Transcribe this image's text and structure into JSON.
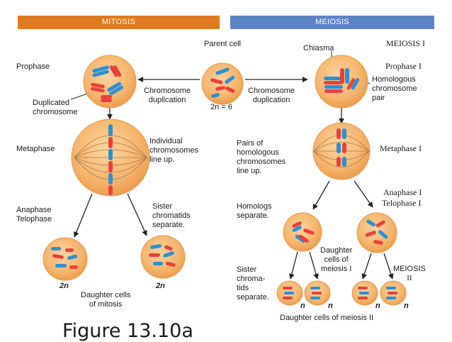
{
  "banners": {
    "mitosis": "MITOSIS",
    "meiosis": "MEIOSIS"
  },
  "labels": {
    "parent_cell": "Parent cell",
    "chiasma": "Chiasma",
    "meiosis_1": "MEIOSIS I",
    "prophase": "Prophase",
    "prophase_1": "Prophase I",
    "homologous_pair": [
      "Homologous",
      "chromosome",
      "pair"
    ],
    "duplicated_chromosome": [
      "Duplicated",
      "chromosome"
    ],
    "chromosome_duplication_left": [
      "Chromosome",
      "duplication"
    ],
    "chromosome_duplication_right": [
      "Chromosome",
      "duplication"
    ],
    "two_n_six": "2n = 6",
    "metaphase": "Metaphase",
    "individual_line_up": [
      "Individual",
      "chromosomes",
      "line up."
    ],
    "pairs_line_up": [
      "Pairs of",
      "homologous",
      "chromosomes",
      "line up."
    ],
    "metaphase_1": "Metaphase I",
    "anaphase_telophase": [
      "Anaphase",
      "Telophase"
    ],
    "sister_separate_left": [
      "Sister",
      "chromatids",
      "separate."
    ],
    "homologs_separate": [
      "Homologs",
      "separate."
    ],
    "anaphase_1": "Anaphase I",
    "telophase_1": "Telophase I",
    "daughter_meiosis_1": [
      "Daughter",
      "cells of",
      "meiosis I"
    ],
    "meiosis_2": [
      "MEIOSIS",
      "II"
    ],
    "sister_separate_right": [
      "Sister",
      "chroma-",
      "tids",
      "separate."
    ],
    "two_n_left": "2n",
    "two_n_right": "2n",
    "n_labels": [
      "n",
      "n",
      "n",
      "n"
    ],
    "daughter_mitosis": [
      "Daughter cells",
      "of mitosis"
    ],
    "daughter_meiosis_2": "Daughter cells of meiosis II",
    "figure_caption": "Figure 13.10a"
  },
  "colors": {
    "mitosis_banner": "#e07a20",
    "meiosis_banner": "#5b84c4",
    "cell_fill": "#f6b56d",
    "cell_edge": "#e49b4d",
    "chromosome_red": "#e8413c",
    "chromosome_blue": "#2d8fd4",
    "spindle": "#a87a52"
  }
}
